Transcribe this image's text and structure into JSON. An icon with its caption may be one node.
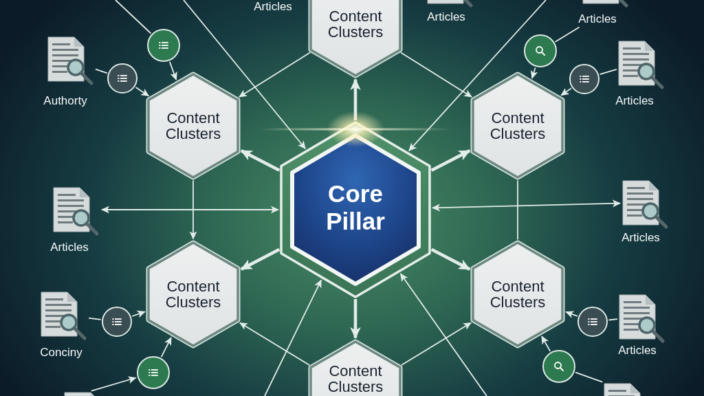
{
  "diagram": {
    "nodes": [
      {
        "text": [
          "Content Clusters"
        ]
      },
      {
        "text": [
          "Articles"
        ]
      },
      {
        "text": [
          "Articles"
        ]
      },
      {
        "text": [],
        "shape": "circle"
      },
      {
        "text": [],
        "shape": "circle"
      },
      {
        "text": [
          "Authorty"
        ]
      },
      {
        "text": [],
        "shape": "circle"
      },
      {
        "text": [],
        "shape": "circle"
      },
      {
        "text": [
          "Articles"
        ]
      },
      {
        "text": [
          "Content Clusters"
        ]
      },
      {
        "text": [
          "Content Clusters"
        ]
      },
      {
        "text": [
          "Core Pillar"
        ]
      },
      {
        "text": [
          "Articles"
        ]
      },
      {
        "text": [
          "Articles"
        ]
      },
      {
        "text": [
          "Content Clusters"
        ]
      },
      {
        "text": [
          "Content Clusters"
        ]
      },
      {
        "text": [
          "Conciny"
        ]
      },
      {
        "text": [],
        "shape": "circle"
      },
      {
        "text": [],
        "shape": "circle"
      },
      {
        "text": [
          "Articles"
        ]
      },
      {
        "text": [],
        "shape": "circle"
      },
      {
        "text": [],
        "shape": "circle"
      },
      {
        "text": [
          "Content Clusters"
        ]
      },
      {
        "text": [],
        "shape": "document"
      },
      {
        "text": [],
        "shape": "document"
      }
    ],
    "edges": [
      {
        "from": 11,
        "to": 0,
        "arrow": "to",
        "style": "thick"
      },
      {
        "from": 0,
        "to": 9,
        "arrow": "to"
      },
      {
        "from": 0,
        "to": 10,
        "arrow": "to"
      },
      {
        "from": null,
        "to": 11,
        "arrow": "to"
      },
      {
        "from": null,
        "to": 11,
        "arrow": "to"
      },
      {
        "from": null,
        "to": 3,
        "arrow": "none"
      },
      {
        "from": 3,
        "to": 9,
        "arrow": "to"
      },
      {
        "from": 5,
        "to": 6,
        "arrow": "none"
      },
      {
        "from": 6,
        "to": 9,
        "arrow": "to"
      },
      {
        "from": 2,
        "to": 4,
        "arrow": "none"
      },
      {
        "from": 4,
        "to": 10,
        "arrow": "to"
      },
      {
        "from": 8,
        "to": 7,
        "arrow": "none"
      },
      {
        "from": 7,
        "to": 10,
        "arrow": "to"
      },
      {
        "from": 11,
        "to": 9,
        "arrow": "to",
        "style": "thick"
      },
      {
        "from": 11,
        "to": 10,
        "arrow": "to",
        "style": "thick"
      },
      {
        "from": 9,
        "to": 14,
        "arrow": "to"
      },
      {
        "from": 10,
        "to": 15,
        "arrow": "none"
      },
      {
        "from": 12,
        "to": 11,
        "arrow": "both"
      },
      {
        "from": 11,
        "to": 13,
        "arrow": "both"
      },
      {
        "from": 11,
        "to": 14,
        "arrow": "to",
        "style": "thick"
      },
      {
        "from": 11,
        "to": 15,
        "arrow": "to",
        "style": "thick"
      },
      {
        "from": 11,
        "to": 22,
        "arrow": "to",
        "style": "thick"
      },
      {
        "from": null,
        "to": 11,
        "arrow": "to"
      },
      {
        "from": null,
        "to": 11,
        "arrow": "to"
      },
      {
        "from": 22,
        "to": 14,
        "arrow": "to"
      },
      {
        "from": 22,
        "to": 15,
        "arrow": "to"
      },
      {
        "from": 16,
        "to": 17,
        "arrow": "none"
      },
      {
        "from": 17,
        "to": 14,
        "arrow": "to"
      },
      {
        "from": 23,
        "to": 20,
        "arrow": "to"
      },
      {
        "from": 20,
        "to": 14,
        "arrow": "to"
      },
      {
        "from": 19,
        "to": 18,
        "arrow": "none"
      },
      {
        "from": 18,
        "to": 15,
        "arrow": "to"
      },
      {
        "from": 21,
        "to": 15,
        "arrow": "to"
      },
      {
        "from": 21,
        "to": 24,
        "arrow": "none"
      }
    ],
    "labels": [
      "Articles"
    ]
  }
}
